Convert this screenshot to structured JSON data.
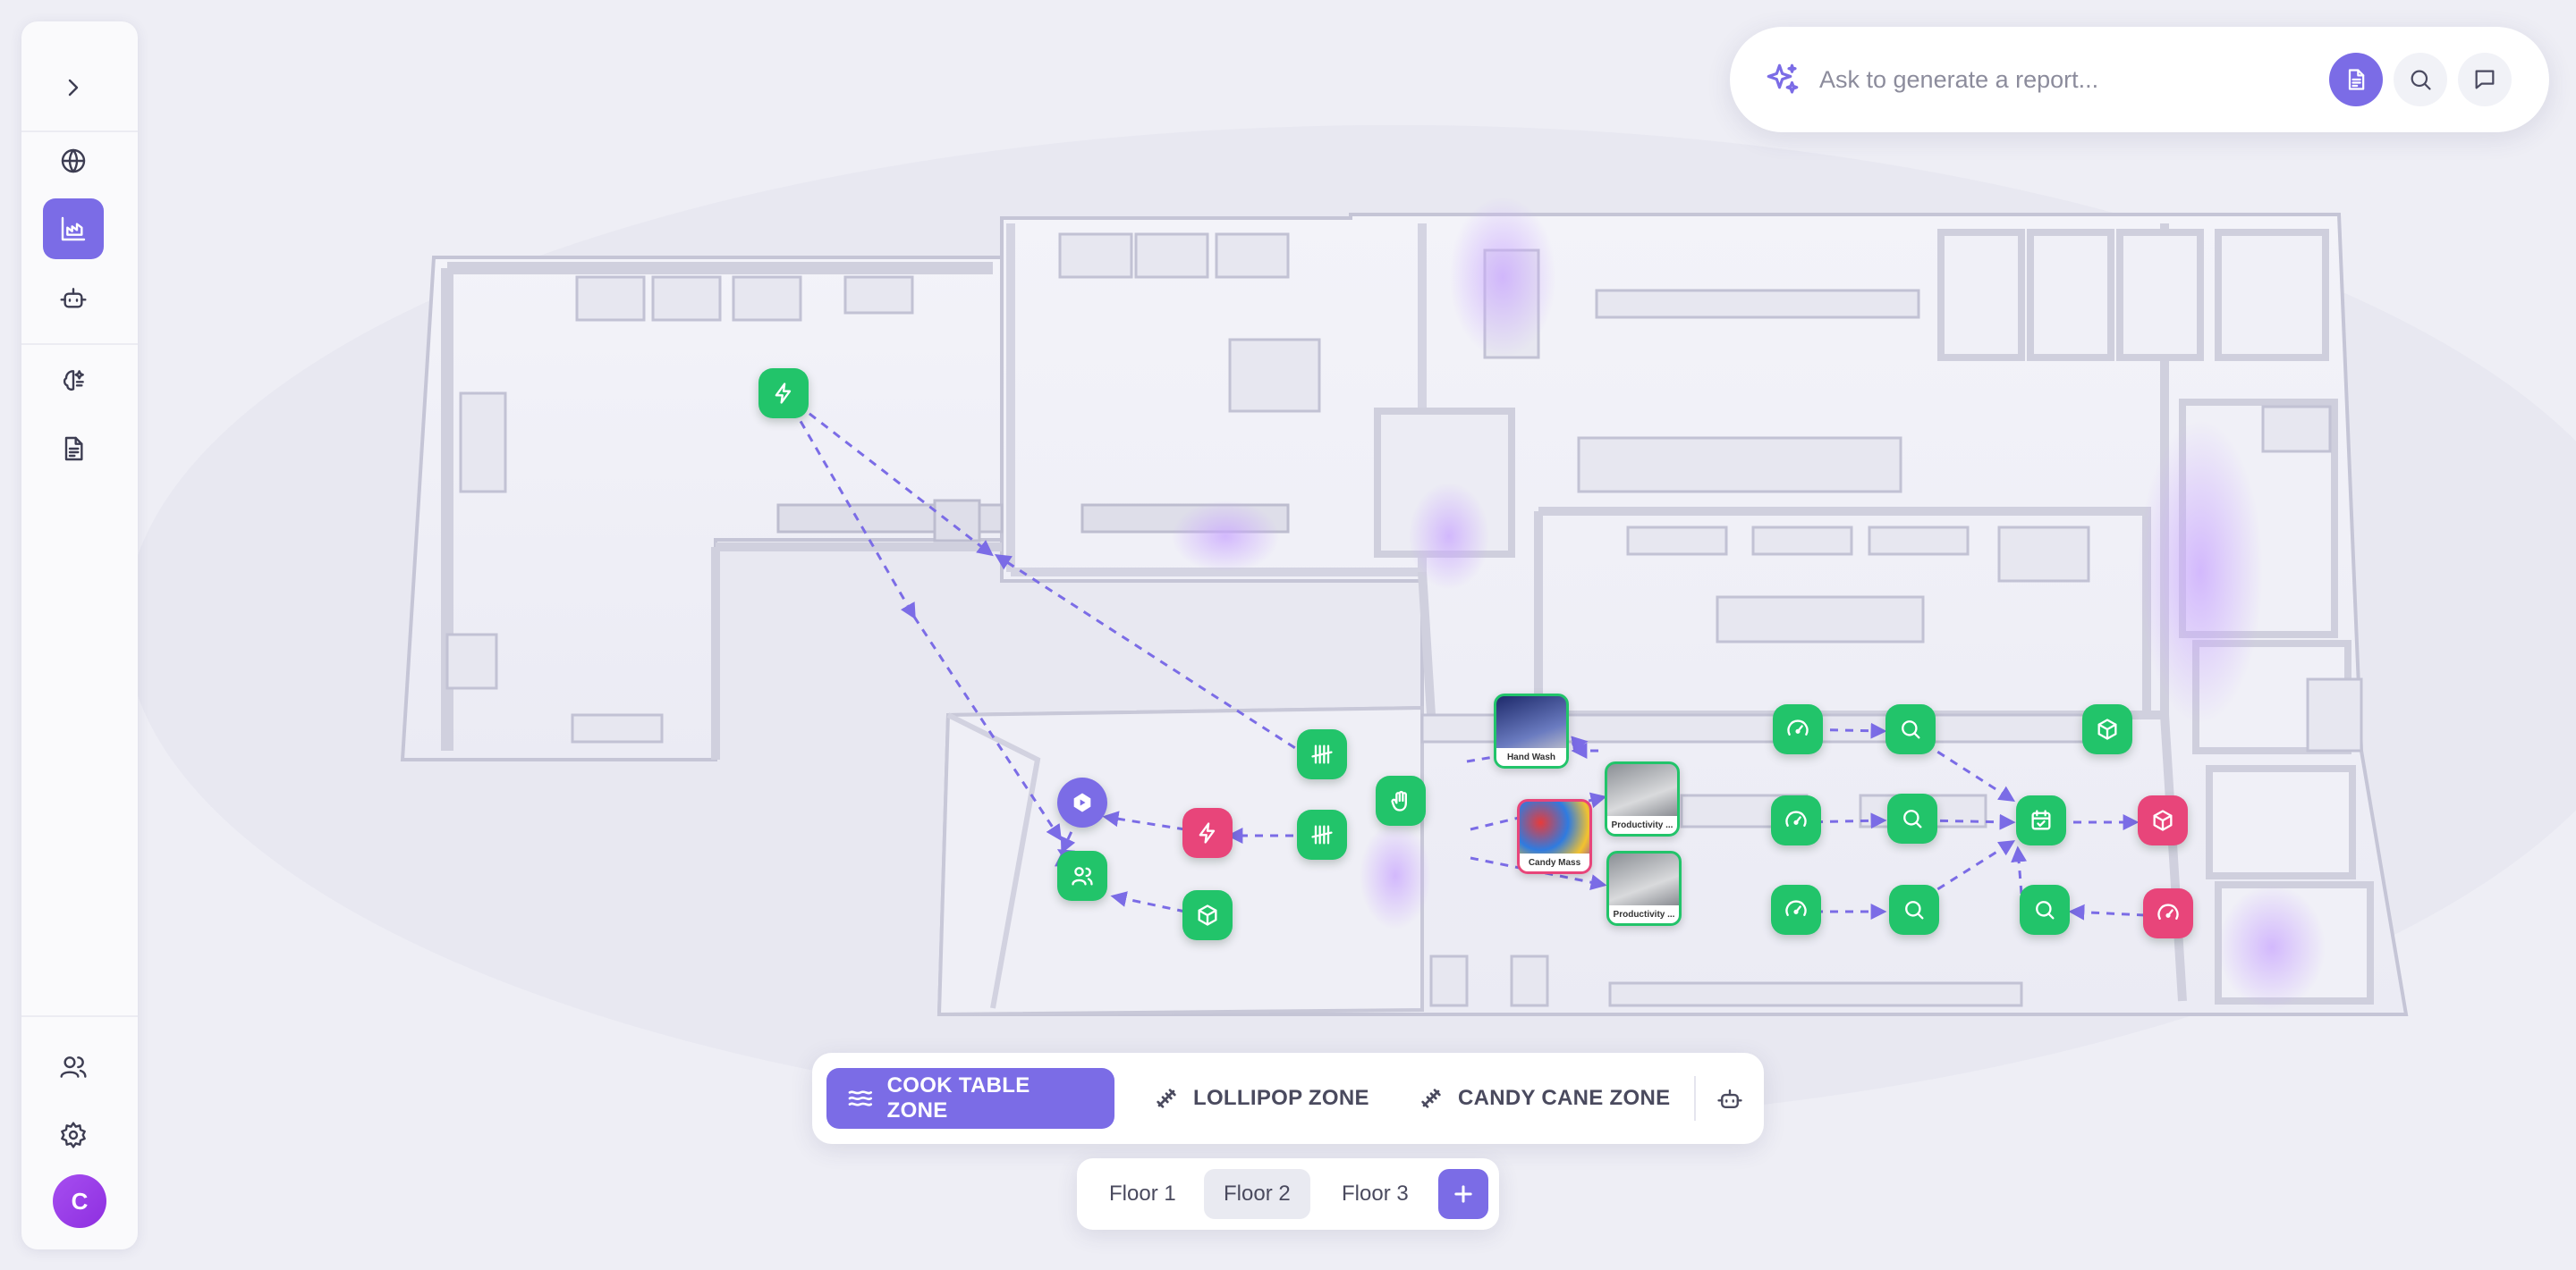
{
  "report": {
    "placeholder": "Ask to generate a report..."
  },
  "zones": [
    {
      "label": "COOK TABLE ZONE",
      "active": true
    },
    {
      "label": "LOLLIPOP ZONE",
      "active": false
    },
    {
      "label": "CANDY CANE ZONE",
      "active": false
    }
  ],
  "floors": [
    {
      "label": "Floor 1",
      "active": false
    },
    {
      "label": "Floor 2",
      "active": true
    },
    {
      "label": "Floor 3",
      "active": false
    }
  ],
  "user": {
    "initial": "C"
  },
  "cameras": [
    {
      "label": "Hand Wash"
    },
    {
      "label": "Productivity ..."
    },
    {
      "label": "Candy Mass"
    },
    {
      "label": "Productivity ..."
    }
  ],
  "nodes": [
    {
      "icon": "zap",
      "status": "green"
    },
    {
      "icon": "logo",
      "status": "purple"
    },
    {
      "icon": "zap",
      "status": "pink"
    },
    {
      "icon": "users",
      "status": "green"
    },
    {
      "icon": "box",
      "status": "green"
    },
    {
      "icon": "tally",
      "status": "green"
    },
    {
      "icon": "tally",
      "status": "green"
    },
    {
      "icon": "hand",
      "status": "green"
    },
    {
      "icon": "gauge",
      "status": "green"
    },
    {
      "icon": "search",
      "status": "green"
    },
    {
      "icon": "box",
      "status": "green"
    },
    {
      "icon": "gauge",
      "status": "green"
    },
    {
      "icon": "search",
      "status": "green"
    },
    {
      "icon": "calendar",
      "status": "green"
    },
    {
      "icon": "box",
      "status": "pink"
    },
    {
      "icon": "gauge",
      "status": "green"
    },
    {
      "icon": "search",
      "status": "green"
    },
    {
      "icon": "search",
      "status": "green"
    },
    {
      "icon": "gauge",
      "status": "pink"
    }
  ],
  "colors": {
    "accent": "#7b6ce6",
    "green": "#22c46a",
    "pink": "#e8457a",
    "purple": "#7b6ce6"
  }
}
